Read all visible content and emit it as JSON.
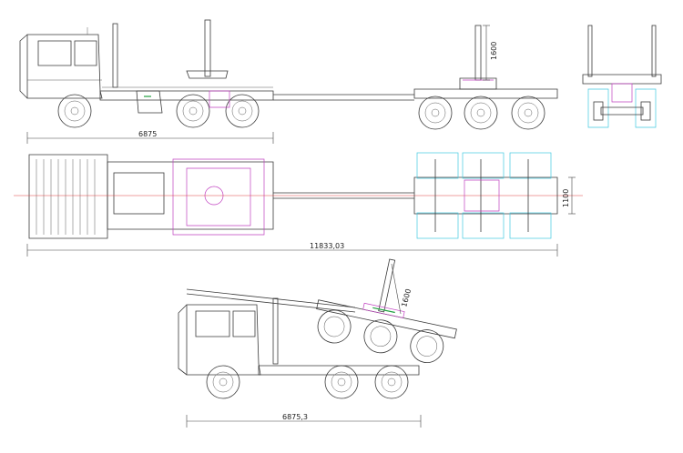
{
  "dimensions": {
    "truck_length_top": "6875",
    "overall_length": "11833,03",
    "pole_height_top": "1600",
    "trailer_width": "1100",
    "pole_height_loaded": "1600",
    "truck_length_bottom": "6875,3"
  }
}
